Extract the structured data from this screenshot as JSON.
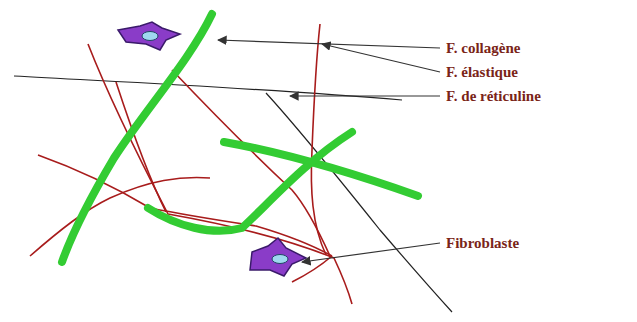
{
  "diagram": {
    "labels": [
      "F. collagène",
      "F. élastique",
      "F. de réticuline",
      "Fibroblaste"
    ]
  }
}
